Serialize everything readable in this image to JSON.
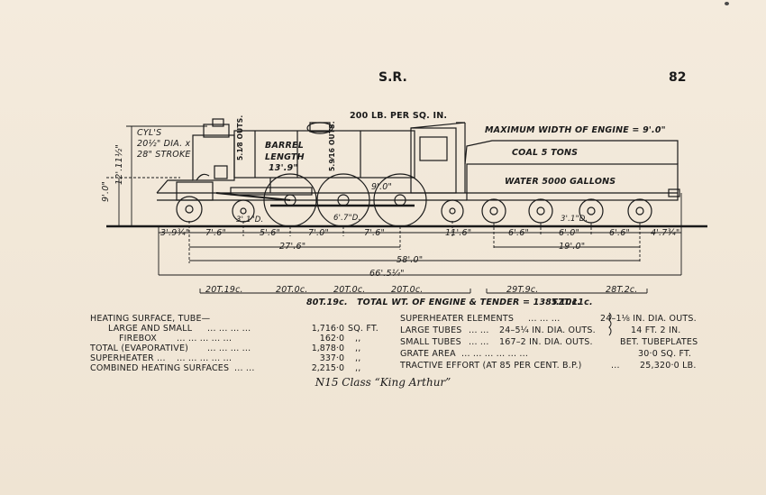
{
  "header": {
    "left": "S.R.",
    "right": "82"
  },
  "drawing": {
    "pressure": "200 LB. PER SQ. IN.",
    "max_width": "MAXIMUM WIDTH OF ENGINE = 9'.0\"",
    "cyls_1": "CYL'S",
    "cyls_2": "20½\" DIA. x",
    "cyls_3": "28\" STROKE",
    "barrel": "BARREL",
    "length": "LENGTH",
    "barrel_len": "13'.9\"",
    "outs_front": "5.1⁄8 OUTS.",
    "outs_rear": "5.9⁄16 OUTS.",
    "coal": "COAL 5 TONS",
    "water": "WATER 5000 GALLONS",
    "height_9": "9'.0\"",
    "height_12": "12'.11½\"",
    "firebox_9": "9'.0\"",
    "bogie_wheel": "3'.1\"D.",
    "driver_wheel": "6'.7\"D.",
    "tender_wheel": "3'.1\"D.",
    "dim_row1": [
      "3'.9¾\"",
      "7'.6\"",
      "5'.6\"",
      "7'.0\"",
      "7'.6\"",
      "11'.6\"",
      "6'.6\"",
      "6'.0\"",
      "6'.6\"",
      "4'.7¾\""
    ],
    "wb_engine": "27'.6\"",
    "wb_tender": "19'.0\"",
    "wb_total": "58'.0\"",
    "length_total": "66'.5¼\"",
    "axle_loads": [
      "20T.19c.",
      "20T.0c.",
      "20T.0c.",
      "20T.0c.",
      "29T.9c.",
      "28T.2c."
    ],
    "engine_wt": "80T.19c.",
    "total_wt": "TOTAL WT. OF ENGINE & TENDER = 138T.10c.",
    "tender_wt": "57T.11c."
  },
  "specs_left": [
    {
      "label": "HEATING SURFACE, TUBE—",
      "dots": "",
      "value": "",
      "unit": ""
    },
    {
      "label": "LARGE AND SMALL",
      "dots": "...   ...   ...   ...",
      "value": "1,716·0",
      "unit": "SQ. FT."
    },
    {
      "label": "FIREBOX",
      "dots": "...   ...   ...   ...   ...",
      "value": "162·0",
      "unit": ",,"
    },
    {
      "label": "TOTAL (EVAPORATIVE)",
      "dots": "...   ...   ...   ...",
      "value": "1,878·0",
      "unit": ",,"
    },
    {
      "label": "SUPERHEATER ...",
      "dots": "...   ...   ...   ...   ...",
      "value": "337·0",
      "unit": ",,"
    },
    {
      "label": "COMBINED HEATING SURFACES",
      "dots": "...   ...",
      "value": "2,215·0",
      "unit": ",,"
    }
  ],
  "specs_right": [
    {
      "label": "SUPERHEATER ELEMENTS",
      "dots": "...   ...   ...",
      "value": "24–1⅛ IN. DIA. OUTS."
    },
    {
      "label": "LARGE TUBES",
      "dots": "...   ...",
      "value": "24–5¼ IN. DIA. OUTS."
    },
    {
      "label": "SMALL TUBES",
      "dots": "...   ...",
      "value": "167–2 IN. DIA. OUTS."
    },
    {
      "label": "GRATE AREA",
      "dots": "...   ...   ...   ...   ...   ...",
      "value": "30·0 SQ. FT."
    },
    {
      "label": "TRACTIVE EFFORT (AT 85 PER CENT. B.P.)",
      "dots": "...",
      "value": "25,320·0 LB."
    }
  ],
  "tube_note": {
    "line1": "14 FT. 2 IN.",
    "line2": "BET. TUBEPLATES"
  },
  "caption": "N15 Class “King Arthur”"
}
